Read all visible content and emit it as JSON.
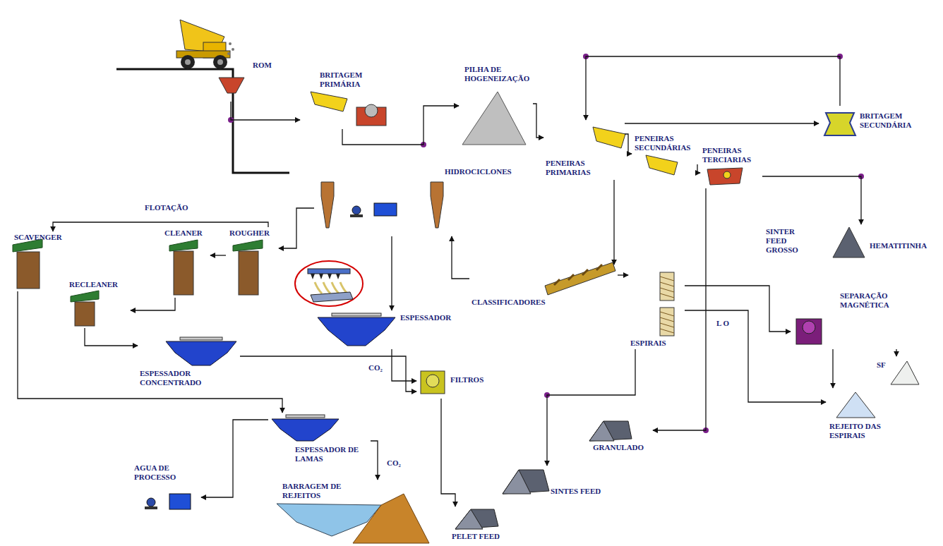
{
  "diagram": {
    "nodes": [
      {
        "text": [
          "ROM"
        ]
      },
      {
        "text": [
          "BRITAGEM PRIMÁRIA"
        ]
      },
      {
        "text": [
          "PILHA DE HOGENEIZAÇÃO"
        ]
      },
      {
        "text": [
          "BRITAGEM SECUNDÁRIA"
        ]
      },
      {
        "text": [
          "PENEIRAS PRIMARIAS"
        ]
      },
      {
        "text": [
          "PENEIRAS SECUNDÁRIAS"
        ]
      },
      {
        "text": [
          "PENEIRAS TERCIARIAS"
        ]
      },
      {
        "text": [
          "HIDROCICLONES"
        ]
      },
      {
        "text": [
          "ROUGHER"
        ]
      },
      {
        "text": [
          "CLEANER"
        ]
      },
      {
        "text": [
          "SCAVENGER"
        ]
      },
      {
        "text": [
          "HEMATITINHA"
        ]
      },
      {
        "text": [
          "RECLEANER"
        ]
      },
      {
        "text": [
          "CLASSIFICADORES"
        ]
      },
      {
        "text": [
          "SEPARAÇÃO MAGNÉTICA"
        ]
      },
      {
        "text": [
          "ESPESSADOR"
        ]
      },
      {
        "text": [
          "ESPIRAIS"
        ]
      },
      {
        "text": [
          "ESPESSADOR CONCENTRADO"
        ]
      },
      {
        "text": [
          "SF"
        ]
      },
      {
        "text": [
          "FILTROS"
        ]
      },
      {
        "text": [
          "REJEITO DAS ESPIRAIS"
        ]
      },
      {
        "text": [
          "ESPESSADOR DE LAMAS"
        ]
      },
      {
        "text": [
          "GRANULADO"
        ]
      },
      {
        "text": [
          "AGUA DE PROCESSO"
        ]
      },
      {
        "text": [
          "BARRAGEM DE REJEITOS"
        ]
      },
      {
        "text": [
          "SINTES FEED"
        ]
      },
      {
        "text": [
          "PELET FEED"
        ]
      }
    ],
    "edges": [
      {
        "from": 0,
        "to": 1,
        "arrow": "to"
      },
      {
        "from": 1,
        "to": 2,
        "arrow": "to"
      },
      {
        "from": 2,
        "to": 4,
        "arrow": "to"
      },
      {
        "from": 4,
        "to": 5,
        "arrow": "to"
      },
      {
        "from": 5,
        "to": 6,
        "arrow": "to"
      },
      {
        "from": 4,
        "to": 3,
        "arrow": "to"
      },
      {
        "from": 3,
        "to": 4,
        "arrow": "to"
      },
      {
        "from": 6,
        "to": 11,
        "arrow": "to"
      },
      {
        "from": 4,
        "to": 13,
        "arrow": "to"
      },
      {
        "from": 13,
        "to": 16,
        "arrow": "to"
      },
      {
        "from": 16,
        "to": 20,
        "arrow": "to"
      },
      {
        "from": 16,
        "to": 14,
        "arrow": "to"
      },
      {
        "from": 14,
        "to": 18,
        "arrow": "to"
      },
      {
        "from": 14,
        "to": 20,
        "arrow": "to"
      },
      {
        "from": 7,
        "to": 15,
        "arrow": "to"
      },
      {
        "from": 13,
        "to": 7,
        "arrow": "to"
      },
      {
        "from": 15,
        "to": 19,
        "arrow": "to"
      },
      {
        "from": 19,
        "to": 26,
        "arrow": "to"
      },
      {
        "from": 16,
        "to": 25,
        "arrow": "to"
      },
      {
        "from": 6,
        "to": 22,
        "arrow": "to"
      },
      {
        "from": 8,
        "to": 9,
        "arrow": "to"
      },
      {
        "from": 9,
        "to": 12,
        "arrow": "to"
      },
      {
        "from": 8,
        "to": 10,
        "arrow": "to"
      },
      {
        "from": 12,
        "to": 17,
        "arrow": "to"
      },
      {
        "from": 17,
        "to": 19,
        "arrow": "to"
      },
      {
        "from": 10,
        "to": 21,
        "arrow": "to"
      },
      {
        "from": 21,
        "to": 24,
        "arrow": "to"
      },
      {
        "from": 21,
        "to": 23,
        "arrow": "to"
      },
      {
        "from": 7,
        "to": 8,
        "arrow": "to"
      }
    ],
    "labels": [
      "FLOTAÇÃO",
      "SINTER FEED GROSSO",
      "L O",
      "CO₂",
      "CO₂"
    ]
  }
}
